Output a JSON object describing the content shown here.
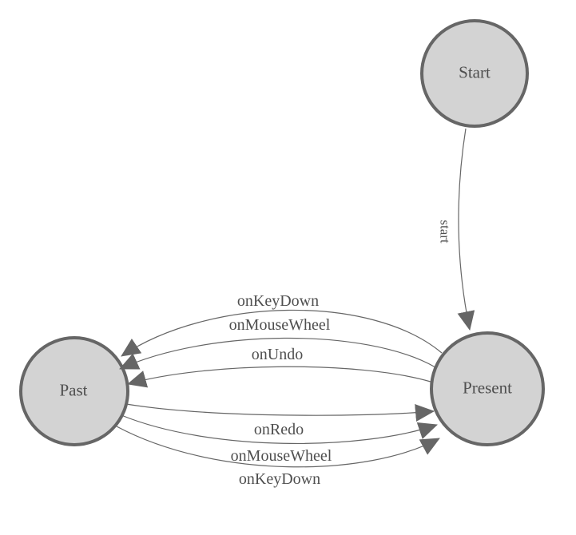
{
  "diagram": {
    "kind": "state-machine-graph",
    "background": "#ffffff",
    "colors": {
      "node_fill": "#d3d3d3",
      "node_border": "#666666",
      "edge_line": "#666666",
      "arrowhead": "#666666",
      "label_text": "#4f4f4f"
    },
    "nodes": [
      {
        "id": "start",
        "label": "Start"
      },
      {
        "id": "present",
        "label": "Present"
      },
      {
        "id": "past",
        "label": "Past"
      }
    ],
    "edges": [
      {
        "from": "start",
        "to": "present",
        "label": "start"
      },
      {
        "from": "present",
        "to": "past",
        "label": "onKeyDown"
      },
      {
        "from": "present",
        "to": "past",
        "label": "onMouseWheel"
      },
      {
        "from": "present",
        "to": "past",
        "label": "onUndo"
      },
      {
        "from": "past",
        "to": "present",
        "label": "onRedo"
      },
      {
        "from": "past",
        "to": "present",
        "label": "onMouseWheel"
      },
      {
        "from": "past",
        "to": "present",
        "label": "onKeyDown"
      }
    ]
  }
}
